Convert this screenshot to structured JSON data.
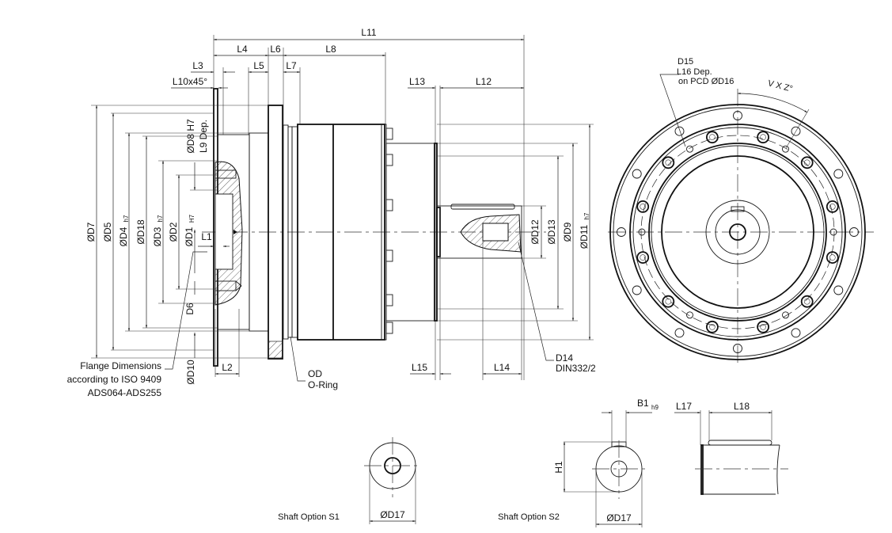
{
  "drawing": {
    "type": "technical-dimension-drawing",
    "subject": "planetary gearbox (side view, front view, shaft options)",
    "ink_color": "#111111",
    "background": "#ffffff"
  },
  "side_view": {
    "horizontal_dims": {
      "L11": "L11",
      "L4": "L4",
      "L6": "L6",
      "L8": "L8",
      "L3": "L3",
      "L5": "L5",
      "L7": "L7",
      "L10": "L10x45°",
      "L13": "L13",
      "L12": "L12",
      "L1": "L1",
      "L2": "L2",
      "L15": "L15",
      "L14": "L14"
    },
    "vertical_dims": {
      "D7": "ØD7",
      "D5": "ØD5",
      "D4": "ØD4",
      "D4_tol": "h7",
      "D18": "ØD18",
      "D3": "ØD3",
      "D3_tol": "h7",
      "D2": "ØD2",
      "D1": "ØD1",
      "D1_tol": "H7",
      "D8": "ØD8 H7",
      "D8_depth": "L9 Dep.",
      "D6": "D6",
      "D10": "ØD10",
      "D12": "ØD12",
      "D13": "ØD13",
      "D9": "ØD9",
      "D11": "ØD11",
      "D11_tol": "h7"
    },
    "callouts": {
      "flange_line1": "Flange Dimensions",
      "flange_line2": "according to ISO 9409",
      "flange_line3": "ADS064-ADS255",
      "oring_line1": "OD",
      "oring_line2": "O-Ring",
      "thread_line1": "D14",
      "thread_line2": "DIN332/2"
    }
  },
  "front_view": {
    "callout_line1": "D15",
    "callout_line2": "L16 Dep.",
    "callout_line3": "on PCD ØD16",
    "angle_label": "V X Z°",
    "outer_holes": 12,
    "screw_heads": 12,
    "small_holes": 6
  },
  "shaft_options": {
    "s1": {
      "label": "Shaft Option S1",
      "dim": "ØD17"
    },
    "s2": {
      "label": "Shaft Option S2",
      "dim": "ØD17",
      "key_width": "B1",
      "key_width_tol": "h9",
      "key_height": "H1",
      "key_offset": "L17",
      "key_length": "L18"
    }
  }
}
